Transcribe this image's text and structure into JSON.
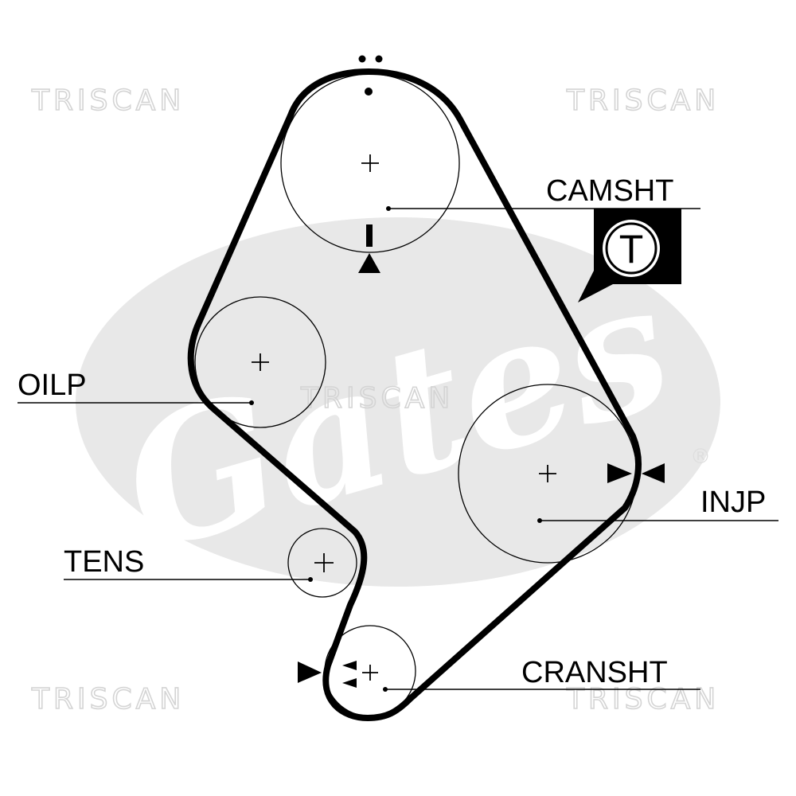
{
  "watermark": "TRISCAN",
  "logo": {
    "text": "Gates",
    "registered": "®"
  },
  "components": {
    "camshaft": {
      "label": "CAMSHT",
      "icon": "tension-t-icon",
      "icon_letter": "T"
    },
    "oil_pump": {
      "label": "OILP"
    },
    "injection_pump": {
      "label": "INJP"
    },
    "tensioner": {
      "label": "TENS"
    },
    "crankshaft": {
      "label": "CRANSHT"
    }
  },
  "marks": {
    "cam_top": "timing-dots-icon",
    "cam_bottom": "timing-arrow-up-icon",
    "injp": "timing-bowtie-icon",
    "crank": "timing-arrows-icon"
  },
  "colors": {
    "line": "#000000",
    "watermark": "#d4d4d4",
    "logo": "#e6e6e6",
    "background": "#ffffff"
  }
}
